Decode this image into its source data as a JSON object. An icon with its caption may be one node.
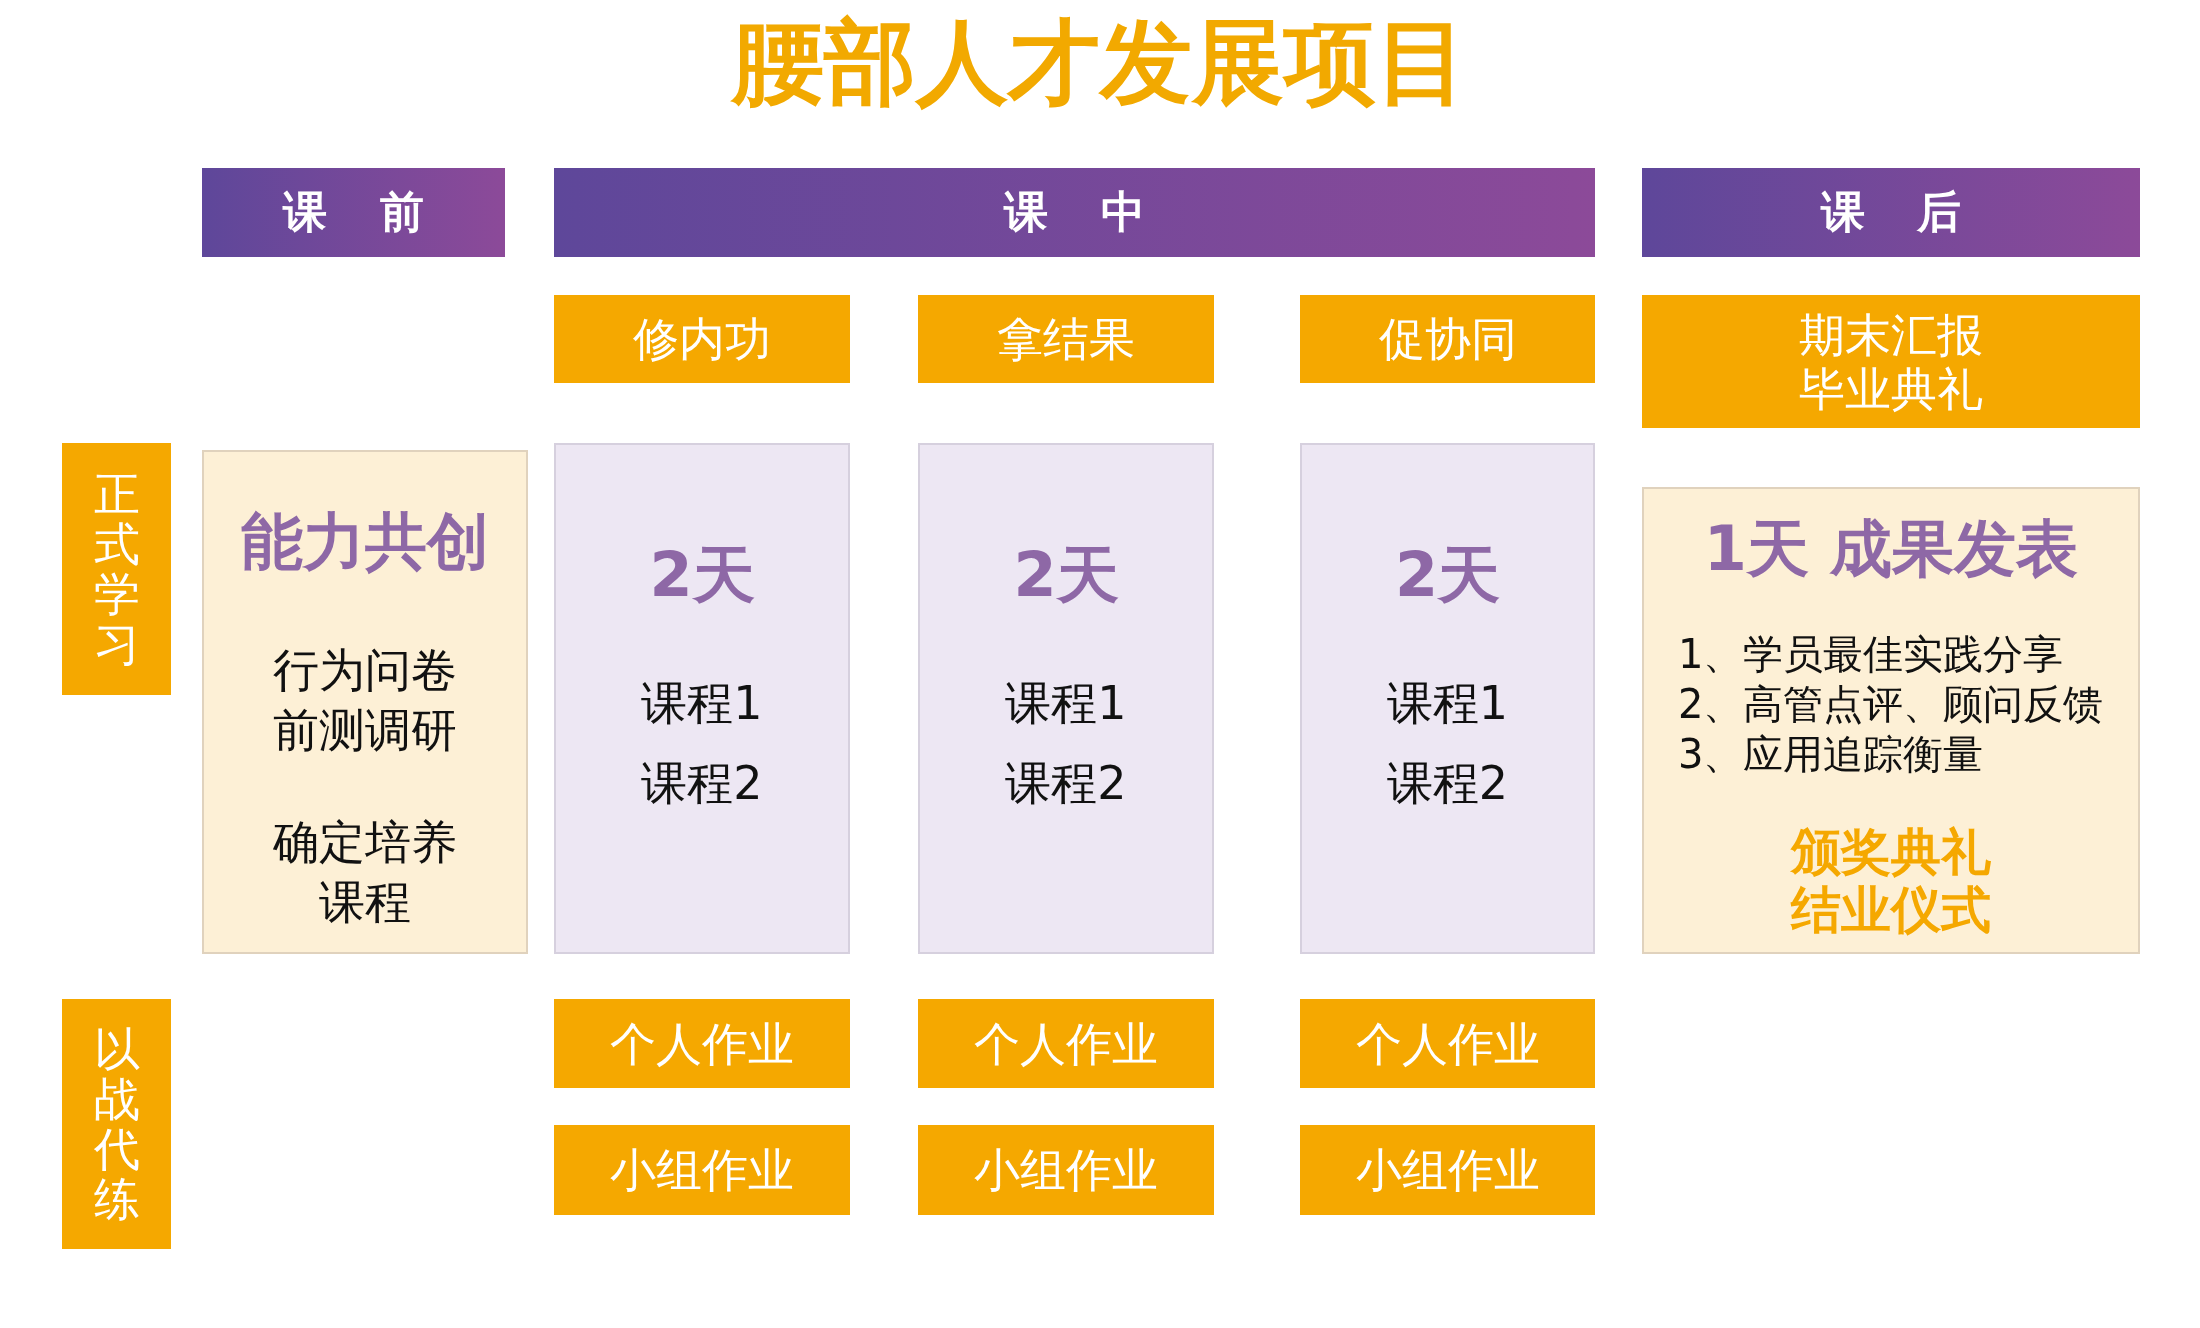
{
  "diagram": {
    "title": "腰部人才发展项目",
    "nodes": [
      {
        "text": [
          "课前"
        ]
      },
      {
        "text": [
          "课中"
        ]
      },
      {
        "text": [
          "课后"
        ]
      },
      {
        "text": [
          "修内功"
        ]
      },
      {
        "text": [
          "拿结果"
        ]
      },
      {
        "text": [
          "促协同"
        ]
      },
      {
        "text": [
          "期末汇报毕业典礼"
        ]
      },
      {
        "text": [
          "正式学习"
        ]
      },
      {
        "text": [
          "能力共创",
          "行为问卷前测调研",
          "确定培养课程"
        ]
      },
      {
        "text": [
          "2天",
          "课程1",
          "课程2"
        ]
      },
      {
        "text": [
          "2天",
          "课程1",
          "课程2"
        ]
      },
      {
        "text": [
          "2天",
          "课程1",
          "课程2"
        ]
      },
      {
        "text": [
          "1天 成果发表",
          "1、学员最佳实践分享",
          "2、高管点评、顾问反馈",
          "3、应用追踪衡量",
          "颁奖典礼结业仪式"
        ]
      },
      {
        "text": [
          "以战代练"
        ]
      },
      {
        "text": [
          "个人作业"
        ]
      },
      {
        "text": [
          "个人作业"
        ]
      },
      {
        "text": [
          "个人作业"
        ]
      },
      {
        "text": [
          "小组作业"
        ]
      },
      {
        "text": [
          "小组作业"
        ]
      },
      {
        "text": [
          "小组作业"
        ]
      }
    ],
    "edges": []
  }
}
